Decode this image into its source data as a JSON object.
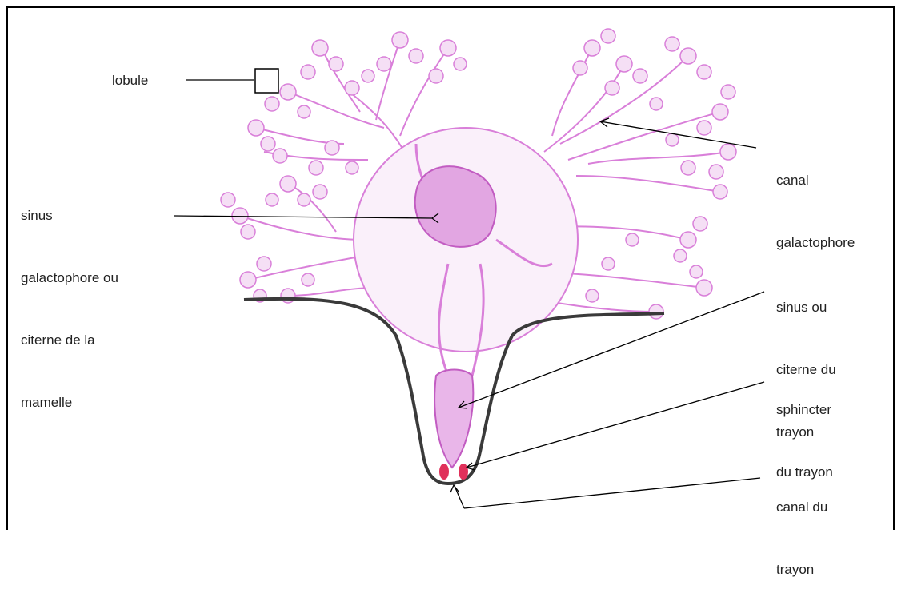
{
  "labels": {
    "lobule": "lobule",
    "canal_galactophore_1": "canal",
    "canal_galactophore_2": "galactophore",
    "sinus_galacto_1": "sinus",
    "sinus_galacto_2": "galactophore ou",
    "sinus_galacto_3": "citerne de la",
    "sinus_galacto_4": "mamelle",
    "sinus_trayon_1": "sinus ou",
    "sinus_trayon_2": "citerne du",
    "sinus_trayon_3": "trayon",
    "sphincter_1": "sphincter",
    "sphincter_2": "du trayon",
    "canal_trayon_1": "canal du",
    "canal_trayon_2": "trayon"
  },
  "colors": {
    "gland": "#d97fd9",
    "gland_fill": "#f1d2f1",
    "sinus_fill": "#e2a6e2",
    "skin": "#3a3a3a",
    "sphincter": "#e0305a",
    "pointer": "#000000"
  }
}
